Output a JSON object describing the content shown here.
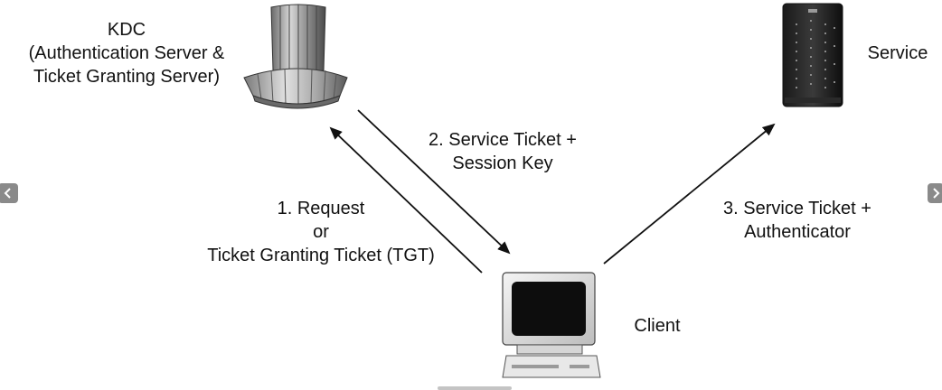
{
  "diagram": {
    "kdc": {
      "lines": [
        "KDC",
        "(Authentication Server &",
        "Ticket Granting Server)"
      ]
    },
    "service": {
      "label": "Service"
    },
    "client": {
      "label": "Client"
    },
    "messages": {
      "m1": [
        "1. Request",
        "or",
        "Ticket Granting Ticket (TGT)"
      ],
      "m2": [
        "2. Service Ticket +",
        "Session Key"
      ],
      "m3": [
        "3. Service Ticket +",
        "Authenticator"
      ]
    }
  },
  "icons": {
    "kdc": "mainframe-server-icon",
    "service": "server-tower-icon",
    "client": "desktop-computer-icon",
    "prev": "chevron-left-icon",
    "next": "chevron-right-icon"
  },
  "colors": {
    "arrow": "#111111",
    "server_dark": "#222222",
    "screen": "#0d0d0d",
    "nav": "#8a8a8a"
  }
}
